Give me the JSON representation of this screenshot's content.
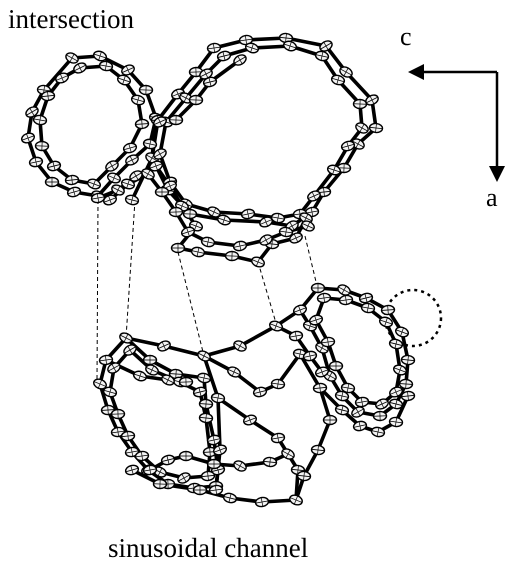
{
  "labels": {
    "top": "intersection",
    "bottom": "sinusoidal channel",
    "axis_c": "c",
    "axis_a": "a"
  },
  "colors": {
    "bond": "#000000",
    "atom_fill": "#f2f2f2",
    "background": "#ffffff"
  }
}
